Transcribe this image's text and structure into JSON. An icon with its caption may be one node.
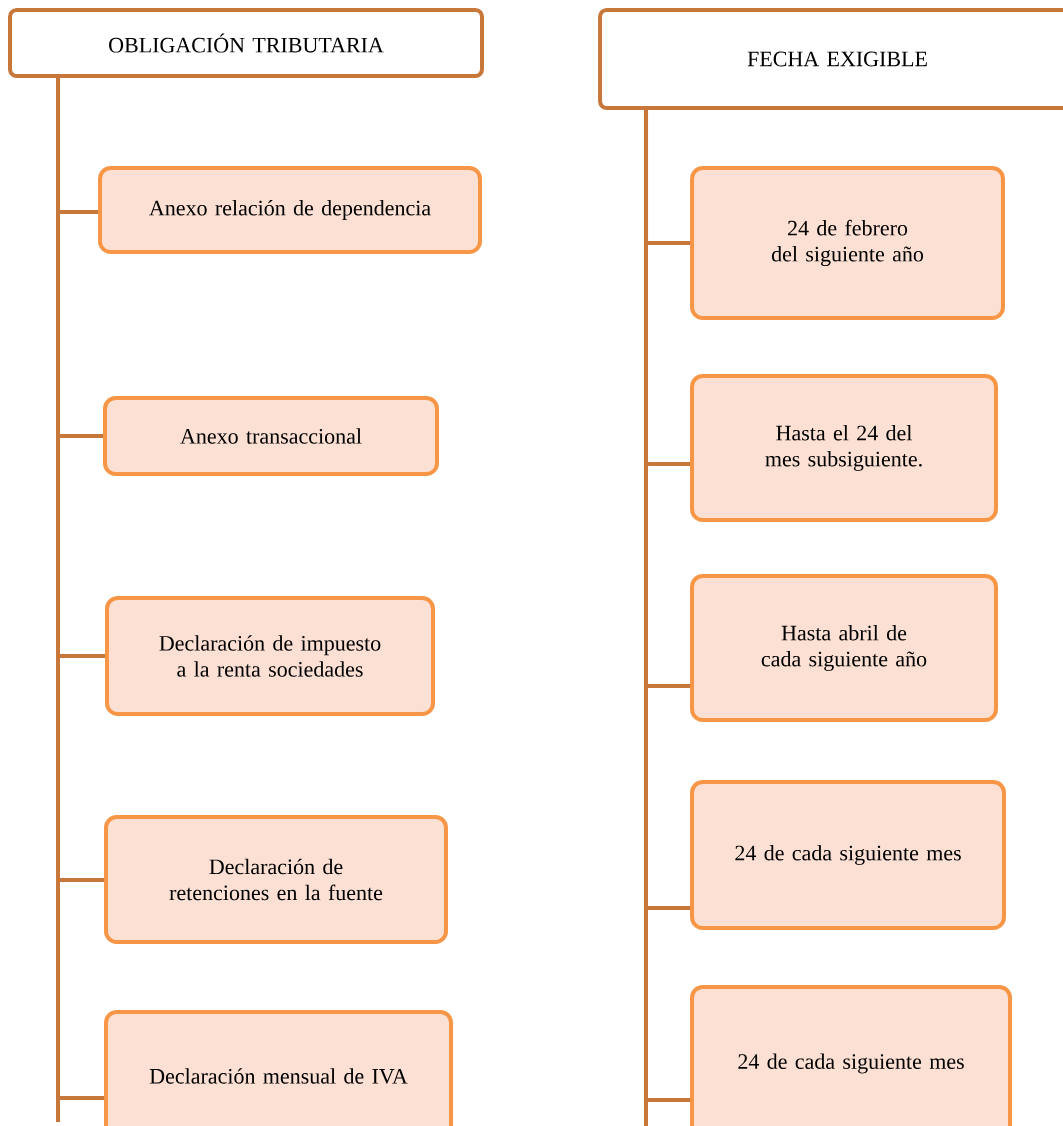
{
  "diagram": {
    "nodes": [
      {
        "text": [
          "OBLIGACIÓN TRIBUTARIA"
        ]
      },
      {
        "text": [
          "Anexo relación de dependencia"
        ]
      },
      {
        "text": [
          "Anexo transaccional"
        ]
      },
      {
        "text": [
          "Declaración de impuesto a la renta sociedades"
        ]
      },
      {
        "text": [
          "Declaración de retenciones en la fuente"
        ]
      },
      {
        "text": [
          "Declaración mensual de IVA"
        ]
      },
      {
        "text": [
          "FECHA EXIGIBLE"
        ]
      },
      {
        "text": [
          "24 de febrero del siguiente año"
        ]
      },
      {
        "text": [
          "Hasta el 24 del mes subsiguiente."
        ]
      },
      {
        "text": [
          "Hasta abril de cada siguiente año"
        ]
      },
      {
        "text": [
          "24 de cada siguiente mes"
        ]
      },
      {
        "text": [
          "24 de cada siguiente mes"
        ]
      }
    ],
    "edges": [
      {
        "from": 0,
        "to": 1,
        "arrow": "none"
      },
      {
        "from": 0,
        "to": 2,
        "arrow": "none"
      },
      {
        "from": 0,
        "to": 3,
        "arrow": "none"
      },
      {
        "from": 0,
        "to": 4,
        "arrow": "none"
      },
      {
        "from": 0,
        "to": 5,
        "arrow": "none"
      },
      {
        "from": 6,
        "to": 7,
        "arrow": "none"
      },
      {
        "from": 6,
        "to": 8,
        "arrow": "none"
      },
      {
        "from": 6,
        "to": 9,
        "arrow": "none"
      },
      {
        "from": 6,
        "to": 10,
        "arrow": "none"
      },
      {
        "from": 6,
        "to": 11,
        "arrow": "none"
      }
    ]
  }
}
